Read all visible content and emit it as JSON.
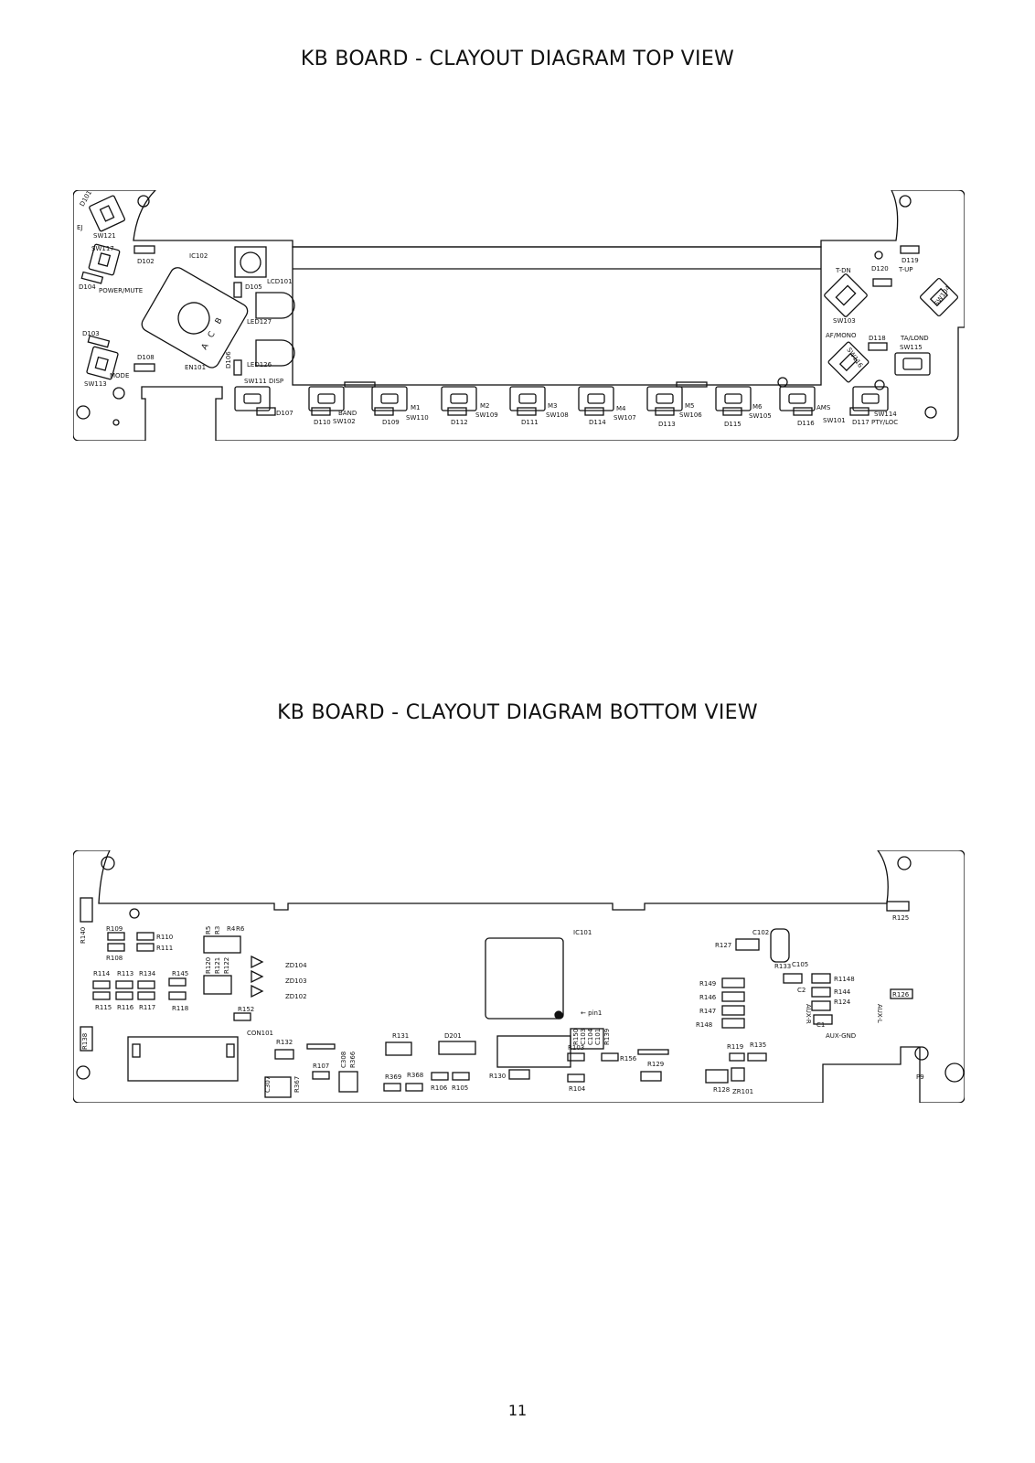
{
  "titles": {
    "top": "KB BOARD - CLAYOUT DIAGRAM TOP VIEW",
    "bottom": "KB BOARD - CLAYOUT DIAGRAM BOTTOM VIEW"
  },
  "page_number": "11",
  "top_view": {
    "labels": {
      "d101": "D101",
      "ej": "EJ",
      "sw121": "SW121",
      "d102": "D102",
      "ic102": "IC102",
      "sw117": "SW117",
      "d104": "D104",
      "power_mute": "POWER/MUTE",
      "d105": "D105",
      "lcd101": "LCD101",
      "led127": "LED127",
      "led126": "LED126",
      "d103": "D103",
      "d108": "D108",
      "mode": "MODE",
      "sw113": "SW113",
      "en101": "EN101",
      "d106": "D106",
      "enc_a": "A",
      "enc_c": "C",
      "enc_b": "B",
      "sw111": "SW111",
      "disp": "DISP",
      "d107": "D107",
      "d110": "D110",
      "sw102": "SW102",
      "band": "BAND",
      "d109": "D109",
      "m1": "M1",
      "sw110": "SW110",
      "d112": "D112",
      "m2": "M2",
      "sw109": "SW109",
      "d111": "D111",
      "m3": "M3",
      "sw108": "SW108",
      "d114": "D114",
      "m4": "M4",
      "sw107": "SW107",
      "d113": "D113",
      "m5": "M5",
      "sw106": "SW106",
      "d115": "D115",
      "m6": "M6",
      "sw105": "SW105",
      "d116": "D116",
      "ams": "AMS",
      "sw101": "SW101",
      "d117": "D117",
      "sw114": "SW114",
      "pty_loc": "PTY/LOC",
      "t_dn": "T-DN",
      "d120": "D120",
      "d119": "D119",
      "t_up": "T-UP",
      "sw104": "SW104",
      "sw103": "SW103",
      "af_mono": "AF/MONO",
      "d118": "D118",
      "ta_lond": "TA/LOND",
      "sw115": "SW115",
      "sw116": "SW116",
      "plus": "+"
    }
  },
  "bottom_view": {
    "labels": {
      "r140": "R140",
      "r109": "R109",
      "r108": "R108",
      "r110": "R110",
      "r111": "R111",
      "r5": "R5",
      "r3": "R3",
      "r4": "R4",
      "r6": "R6",
      "r120": "R120",
      "r121": "R121",
      "r122": "R122",
      "zd104": "ZD104",
      "zd103": "ZD103",
      "zd102": "ZD102",
      "r114": "R114",
      "r113": "R113",
      "r134": "R134",
      "r115": "R115",
      "r116": "R116",
      "r117": "R117",
      "r145": "R145",
      "r118": "R118",
      "r152": "R152",
      "con101": "CON101",
      "r138": "R138",
      "r132": "R132",
      "r107": "R107",
      "c308": "C308",
      "r366": "R366",
      "c307": "C307",
      "r367": "R367",
      "r131": "R131",
      "r369": "R369",
      "r368": "R368",
      "r106": "R106",
      "r105": "R105",
      "d201": "D201",
      "r130": "R130",
      "ic101": "IC101",
      "pin1": "← pin1",
      "r150": "R150",
      "c103": "C103",
      "c104": "C104",
      "c101": "C101",
      "r139": "R139",
      "r103": "R103",
      "r104": "R104",
      "r156": "R156",
      "r129": "R129",
      "r127": "R127",
      "c102": "C102",
      "r133": "R133",
      "c105": "C105",
      "r149": "R149",
      "r146": "R146",
      "r147": "R147",
      "r148": "R148",
      "c2": "C2",
      "r1148": "R1148",
      "r144": "R144",
      "r124": "R124",
      "c1": "C1",
      "aux_r": "AUX-R",
      "aux_gnd": "AUX-GND",
      "aux_l": "AUX-L",
      "r119": "R119",
      "r135": "R135",
      "r128": "R128",
      "zr101": "ZR101",
      "r125": "R125",
      "r126": "R126",
      "p9": "P9"
    }
  }
}
